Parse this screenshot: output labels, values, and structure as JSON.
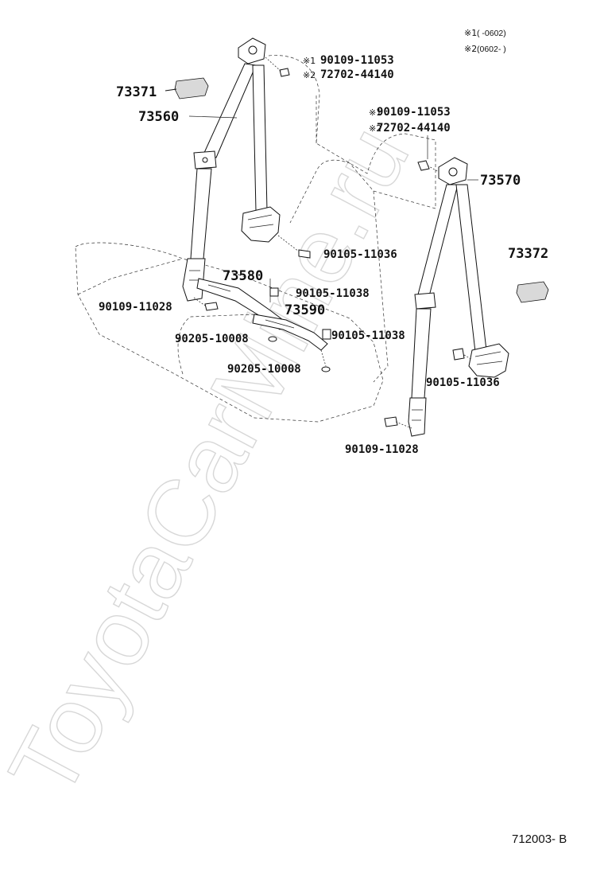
{
  "legend": {
    "note1_mark": "※1",
    "note1_text": "(      -0602)",
    "note2_mark": "※2",
    "note2_text": "(0602-      )"
  },
  "labels": {
    "left_anchor_bolt": "90109-11053",
    "left_anchor_bolt_mark": "※1",
    "left_anchor_nut": "72702-44140",
    "left_anchor_nut_mark": "※2",
    "left_cover": "73371",
    "left_belt": "73560",
    "right_anchor_bolt": "90109-11053",
    "right_anchor_bolt_mark": "※1",
    "right_anchor_nut": "72702-44140",
    "right_anchor_nut_mark": "※2",
    "right_belt": "73570",
    "left_retractor_bolt": "90105-11036",
    "right_cover": "73372",
    "center_buckle_left": "73580",
    "center_bolt_upper": "90105-11038",
    "left_floor_bolt": "90109-11028",
    "center_buckle_right": "73590",
    "washer_upper": "90205-10008",
    "center_bolt_lower": "90105-11038",
    "washer_lower": "90205-10008",
    "right_retractor_bolt": "90105-11036",
    "right_floor_bolt": "90109-11028"
  },
  "watermark": "ToyotaCarMine.ru",
  "reference_code": "712003- B"
}
